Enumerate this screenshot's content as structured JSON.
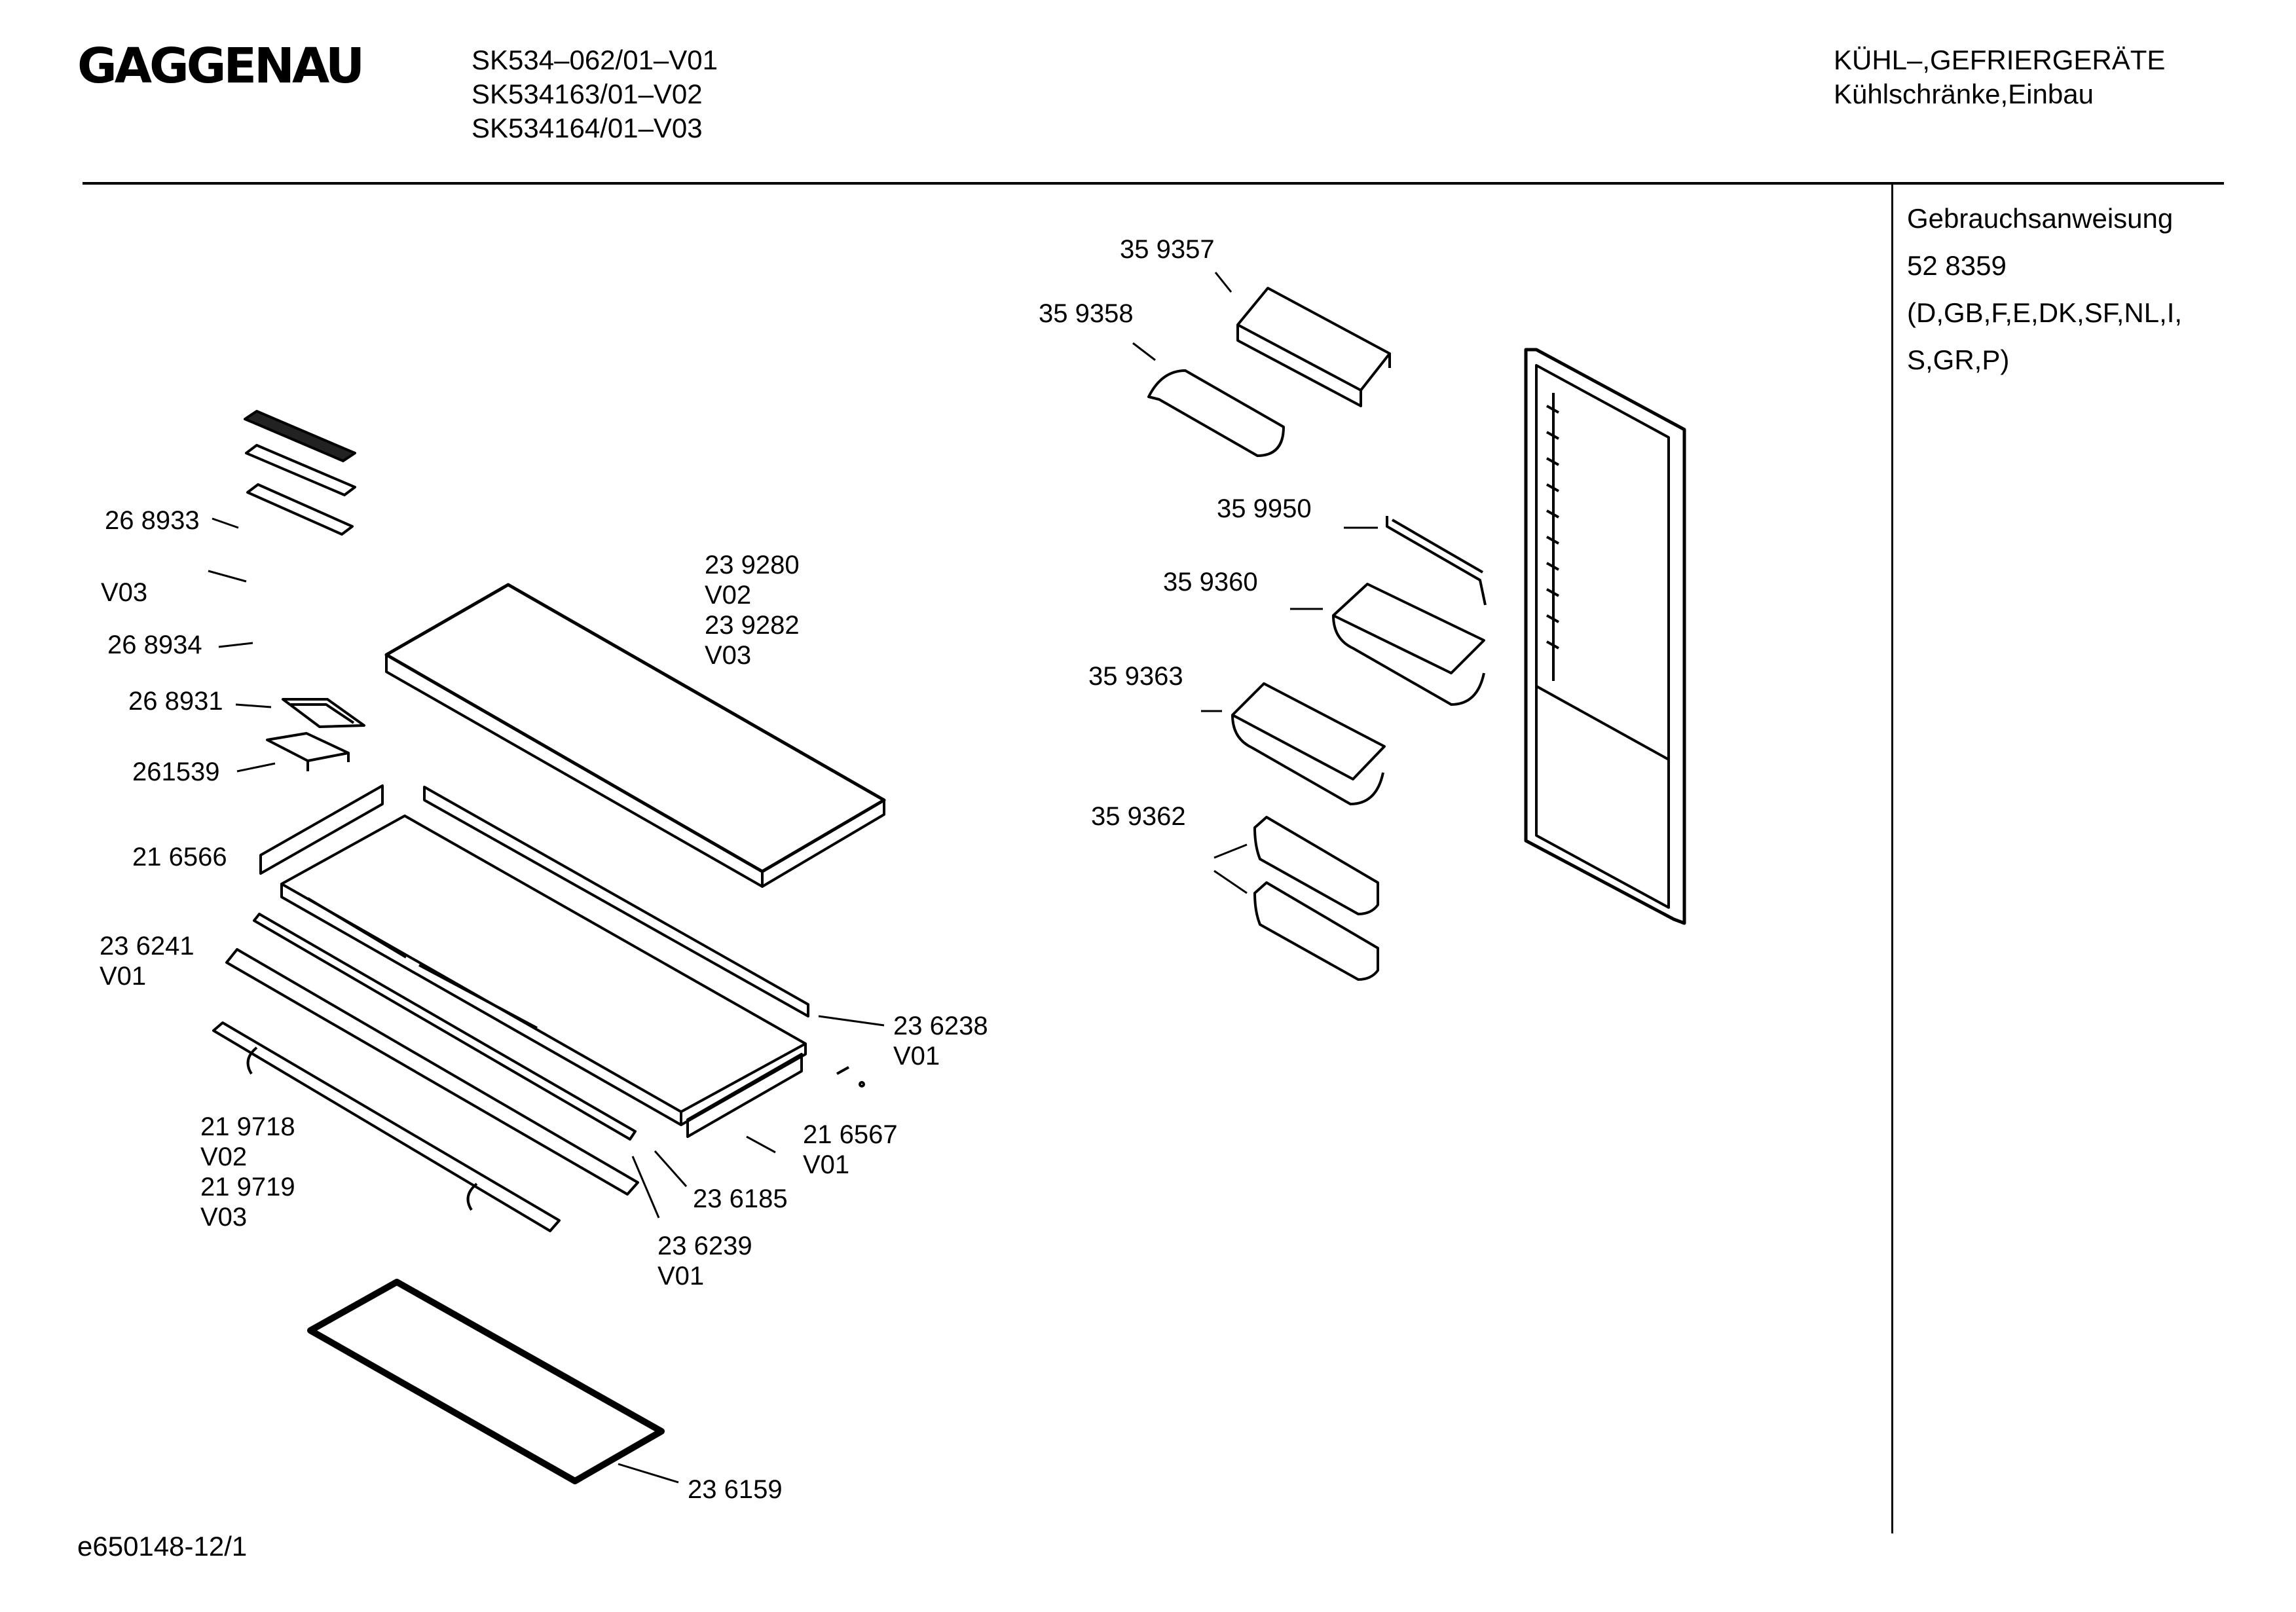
{
  "header": {
    "brand": "GAGGENAU",
    "models": [
      "SK534–062/01–V01",
      "SK534163/01–V02",
      "SK534164/01–V03"
    ],
    "category_line1": "KÜHL–,GEFRIERGERÄTE",
    "category_line2": "Kühlschränke,Einbau"
  },
  "sidebar": {
    "title": "Gebrauchsanweisung",
    "number": "52 8359",
    "languages_line1": "(D,GB,F,E,DK,SF,NL,I,",
    "languages_line2": "S,GR,P)"
  },
  "footer": {
    "code": "e650148-12/1"
  },
  "parts": {
    "p268933": "26 8933",
    "v03_a": "V03",
    "p268934": "26 8934",
    "p268931": "26 8931",
    "p261539": "261539",
    "p216566": "21 6566",
    "p236241": "23 6241",
    "v01_a": "V01",
    "p219718": "21 9718",
    "v02_a": "V02",
    "p219719": "21 9719",
    "v03_b": "V03",
    "p239280": "23 9280",
    "v02_b": "V02",
    "p239282": "23 9282",
    "v03_c": "V03",
    "p236238": "23 6238",
    "v01_b": "V01",
    "p216567": "21 6567",
    "v01_c": "V01",
    "p236185": "23 6185",
    "p236239": "23 6239",
    "v01_d": "V01",
    "p236159": "23 6159",
    "p359357": "35 9357",
    "p359358": "35 9358",
    "p359950": "35 9950",
    "p359360": "35 9360",
    "p359363": "35 9363",
    "p359362": "35 9362"
  }
}
